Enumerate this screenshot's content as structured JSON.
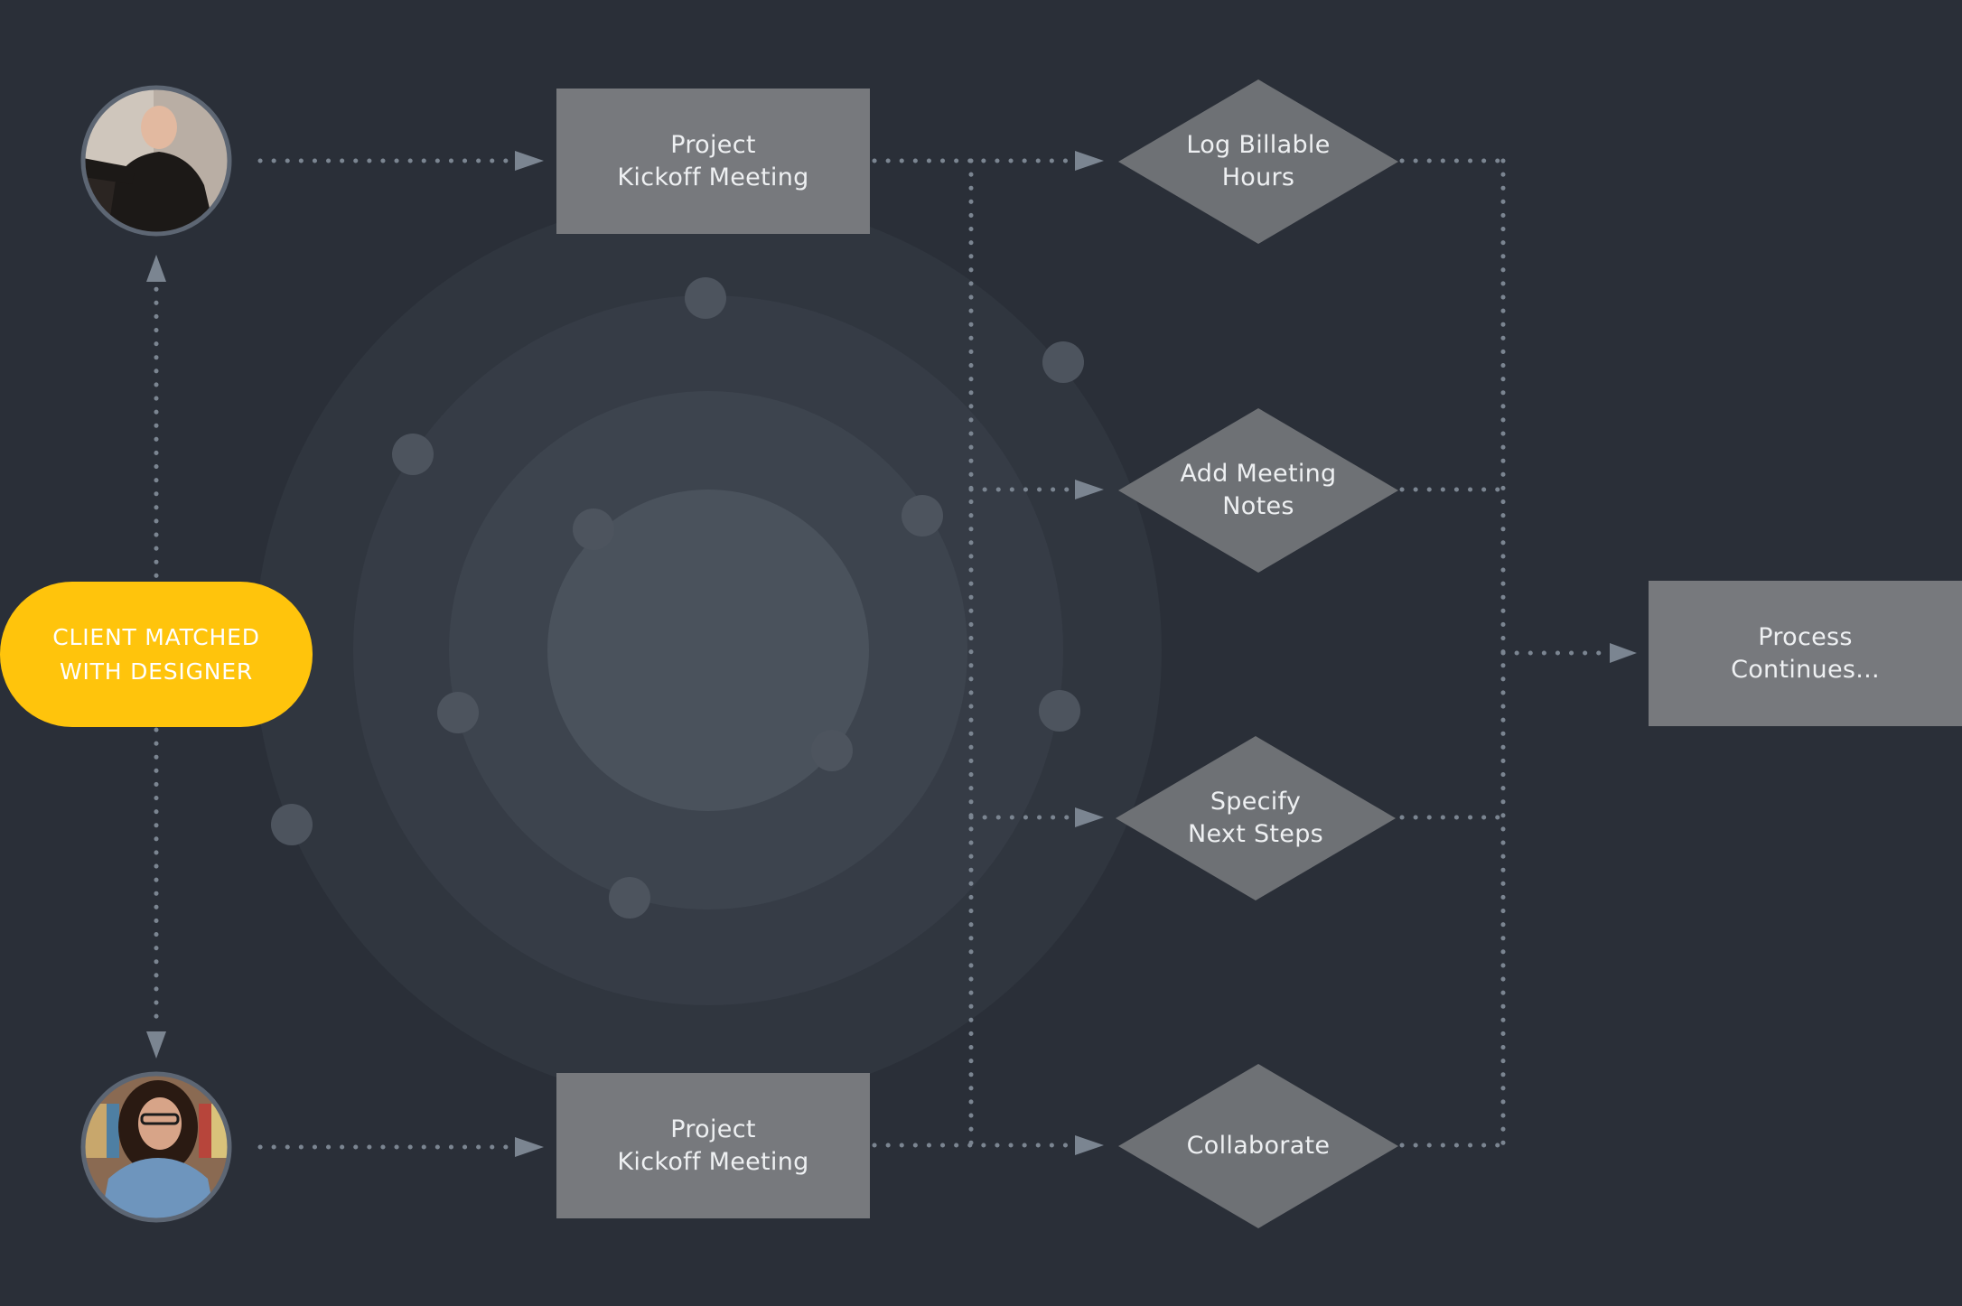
{
  "colors": {
    "background": "#2a2f38",
    "ring_1": "#30363f",
    "ring_2": "#363c46",
    "ring_3": "#3d444e",
    "ring_4": "#4a525c",
    "satellite": "#4d545e",
    "process_box": "#77797d",
    "decision": "#6e7175",
    "start_node": "#ffc40c",
    "connector": "#7b8591",
    "label_text": "#eef0f2",
    "avatar_border": "#5d6673"
  },
  "nodes": {
    "start": {
      "label": "CLIENT MATCHED\nWITH DESIGNER"
    },
    "avatar_top": {
      "icon": "designer-avatar-icon"
    },
    "avatar_bottom": {
      "icon": "client-avatar-icon"
    },
    "kickoff_top": {
      "label": "Project\nKickoff Meeting"
    },
    "kickoff_bottom": {
      "label": "Project\nKickoff Meeting"
    },
    "log_hours": {
      "label": "Log Billable\nHours"
    },
    "meeting_notes": {
      "label": "Add Meeting\nNotes"
    },
    "next_steps": {
      "label": "Specify\nNext Steps"
    },
    "collaborate": {
      "label": "Collaborate"
    },
    "process_continues": {
      "label": "Process\nContinues..."
    }
  }
}
